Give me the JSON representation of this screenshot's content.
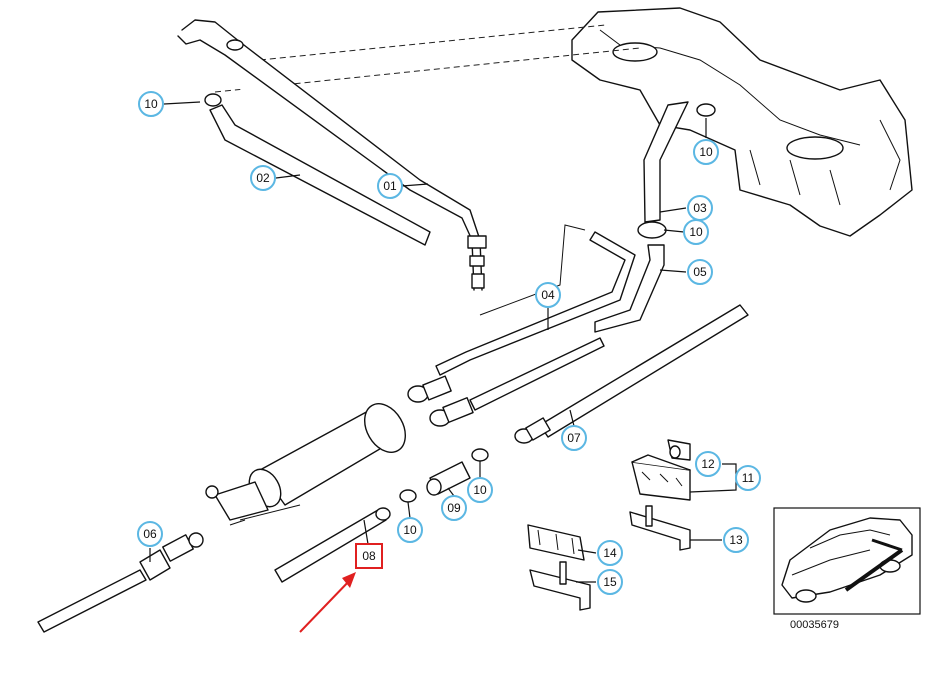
{
  "callouts": {
    "c10a": "10",
    "c02": "02",
    "c01": "01",
    "c10b": "10",
    "c03": "03",
    "c10c": "10",
    "c05": "05",
    "c04": "04",
    "c07": "07",
    "c06": "06",
    "c10d": "10",
    "c10e": "10",
    "c09": "09",
    "c08": "08",
    "c12": "12",
    "c11": "11",
    "c13": "13",
    "c14": "14",
    "c15": "15"
  },
  "highlighted_part": "08",
  "reference_number": "00035679",
  "colors": {
    "callout_ring": "#5bb7e3",
    "highlight": "#e02020",
    "line": "#111111"
  }
}
